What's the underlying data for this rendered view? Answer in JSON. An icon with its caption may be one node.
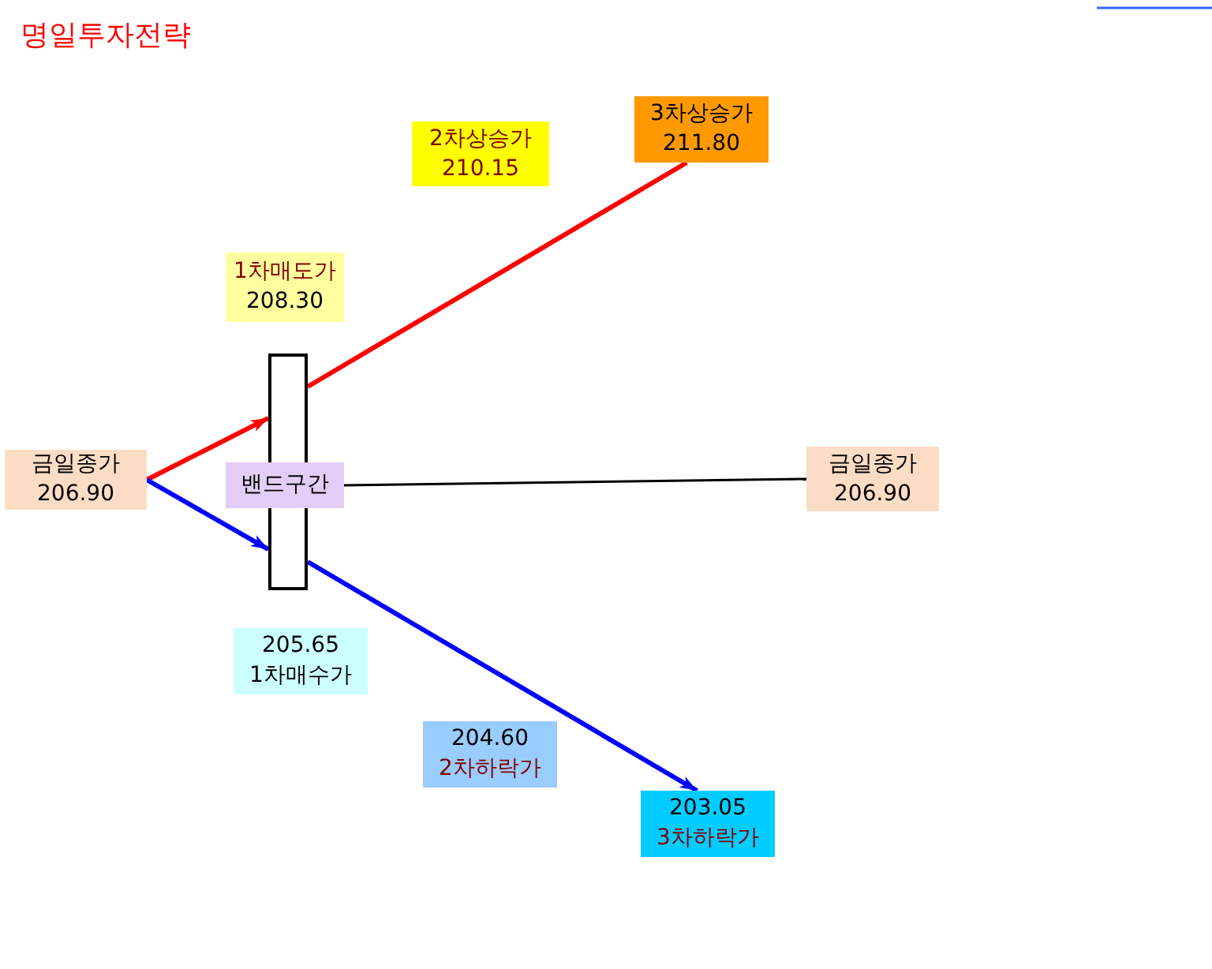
{
  "diagram": {
    "title": "명일투자전략",
    "nodes": [
      {
        "text": [
          "금일종가",
          "206.90"
        ]
      },
      {
        "text": [],
        "shape": "bar"
      },
      {
        "text": [
          "밴드구간"
        ]
      },
      {
        "text": [
          "1차매도가",
          "208.30"
        ]
      },
      {
        "text": [
          "2차상승가",
          "210.15"
        ]
      },
      {
        "text": [
          "3차상승가",
          "211.80"
        ]
      },
      {
        "text": [
          "금일종가",
          "206.90"
        ]
      },
      {
        "text": [
          "205.65",
          "1차매수가"
        ]
      },
      {
        "text": [
          "204.60",
          "2차하락가"
        ]
      },
      {
        "text": [
          "203.05",
          "3차하락가"
        ]
      }
    ],
    "edges": [
      {
        "from": 0,
        "to": 1,
        "arrow": "to",
        "color": "#ff0000"
      },
      {
        "from": 0,
        "to": 1,
        "arrow": "to",
        "color": "#0000ff"
      },
      {
        "from": 1,
        "to": 5,
        "arrow": "none",
        "color": "#ff0000"
      },
      {
        "from": 2,
        "to": 6,
        "arrow": "none",
        "color": "#000000"
      },
      {
        "from": 1,
        "to": 9,
        "arrow": "to",
        "color": "#0000ff"
      }
    ]
  }
}
